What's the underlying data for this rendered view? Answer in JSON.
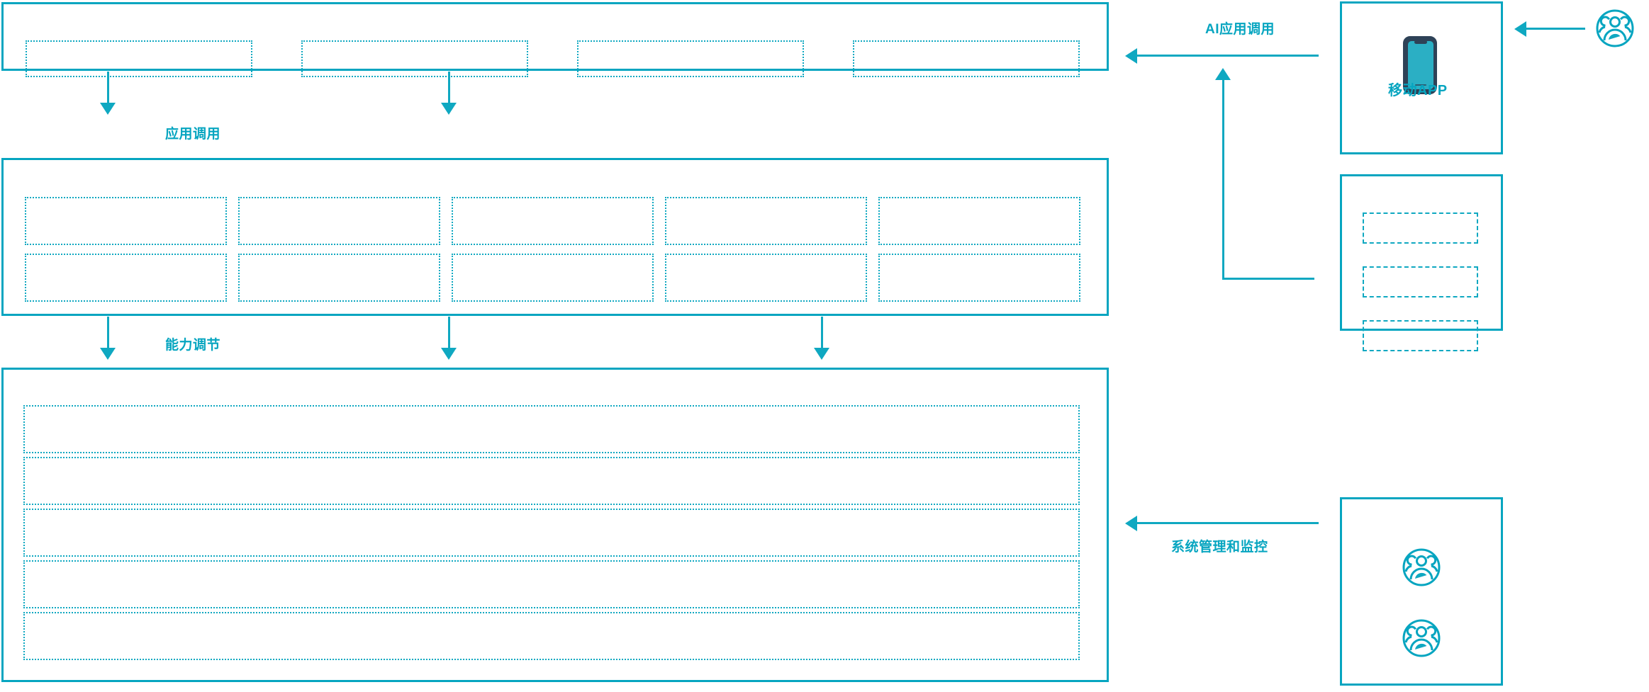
{
  "diagram": {
    "accent_color": "#06A5C0",
    "accent_light": "#0FA8C1",
    "phone_body_color": "#2E4257",
    "phone_screen_color": "#2BAFC4",
    "background": "#ffffff"
  },
  "connectors": {
    "app_call": {
      "label": "应用调用"
    },
    "capability_tuning": {
      "label": "能力调节"
    },
    "ai_app_call": {
      "label": "AI应用调用"
    },
    "system_mgmt_monitor": {
      "label": "系统管理和监控"
    }
  },
  "layers": {
    "application_layer": {
      "name": "application-layer",
      "slots": [
        {
          "label": ""
        },
        {
          "label": ""
        },
        {
          "label": ""
        },
        {
          "label": ""
        }
      ]
    },
    "capability_layer": {
      "name": "capability-layer",
      "rows": [
        [
          {
            "label": ""
          },
          {
            "label": ""
          },
          {
            "label": ""
          },
          {
            "label": ""
          },
          {
            "label": ""
          }
        ],
        [
          {
            "label": ""
          },
          {
            "label": ""
          },
          {
            "label": ""
          },
          {
            "label": ""
          },
          {
            "label": ""
          }
        ]
      ]
    },
    "platform_layer": {
      "name": "platform-layer",
      "rows": [
        {
          "label": ""
        },
        {
          "label": ""
        },
        {
          "label": ""
        },
        {
          "label": ""
        },
        {
          "label": ""
        }
      ]
    }
  },
  "right_column": {
    "mobile_app_panel": {
      "caption": "移动APP",
      "icon": "mobile-phone-icon"
    },
    "channel_panel": {
      "slots": [
        {
          "label": ""
        },
        {
          "label": ""
        },
        {
          "label": ""
        }
      ]
    },
    "operations_panel": {
      "icons": [
        "user-group-icon",
        "user-group-icon"
      ]
    },
    "external_actor": {
      "icon": "user-group-icon"
    }
  }
}
